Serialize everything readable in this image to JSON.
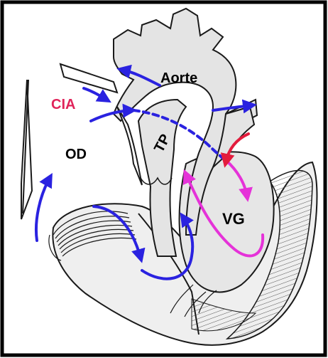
{
  "labels": {
    "aorte": "Aorte",
    "cia": "CIA",
    "od": "OD",
    "tp": "TP",
    "vg": "VG"
  },
  "colors": {
    "outline": "#1a1a1a",
    "frame": "#000000",
    "vessel_fill": "#e4e4e4",
    "atrium_fill": "#ffffff",
    "ventricle_fill": "#e9e9e9",
    "flow_blue": "#2a22e0",
    "flow_pink": "#e532d8",
    "flow_red": "#e31c3d",
    "cia_text": "#e0245a"
  },
  "icons": [
    "arrow-icon"
  ]
}
